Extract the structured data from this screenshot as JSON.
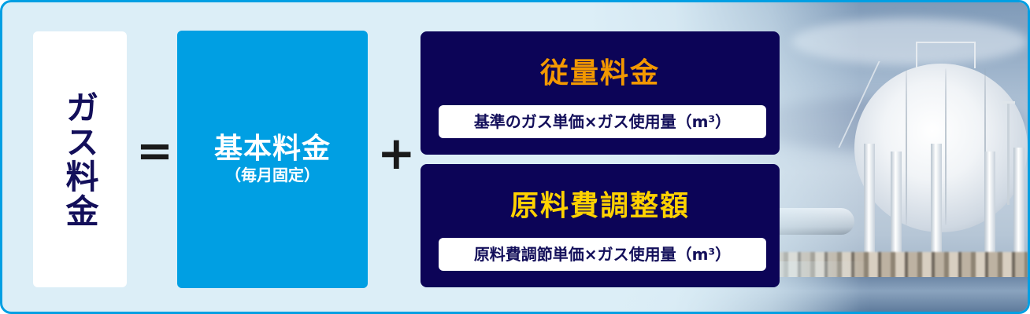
{
  "diagram": {
    "type": "formula",
    "left_term": "ガス料金",
    "operators": {
      "equals": "=",
      "plus": "+"
    },
    "basic_charge": {
      "title": "基本料金",
      "subtitle": "（毎月固定）"
    },
    "usage_charge": {
      "title": "従量料金",
      "formula": "基準のガス単価×ガス使用量（m³）"
    },
    "fuel_adjustment": {
      "title": "原料費調整額",
      "formula": "原料費調節単価×ガス使用量（m³）"
    },
    "photo": "spherical-gas-storage-tank"
  },
  "colors": {
    "border": "#009fe3",
    "background": "#dceef7",
    "basic_box": "#009fe3",
    "dark_box": "#0c0457",
    "usage_title": "#f39800",
    "adjustment_title": "#ffd200",
    "label_text": "#130f5a"
  }
}
